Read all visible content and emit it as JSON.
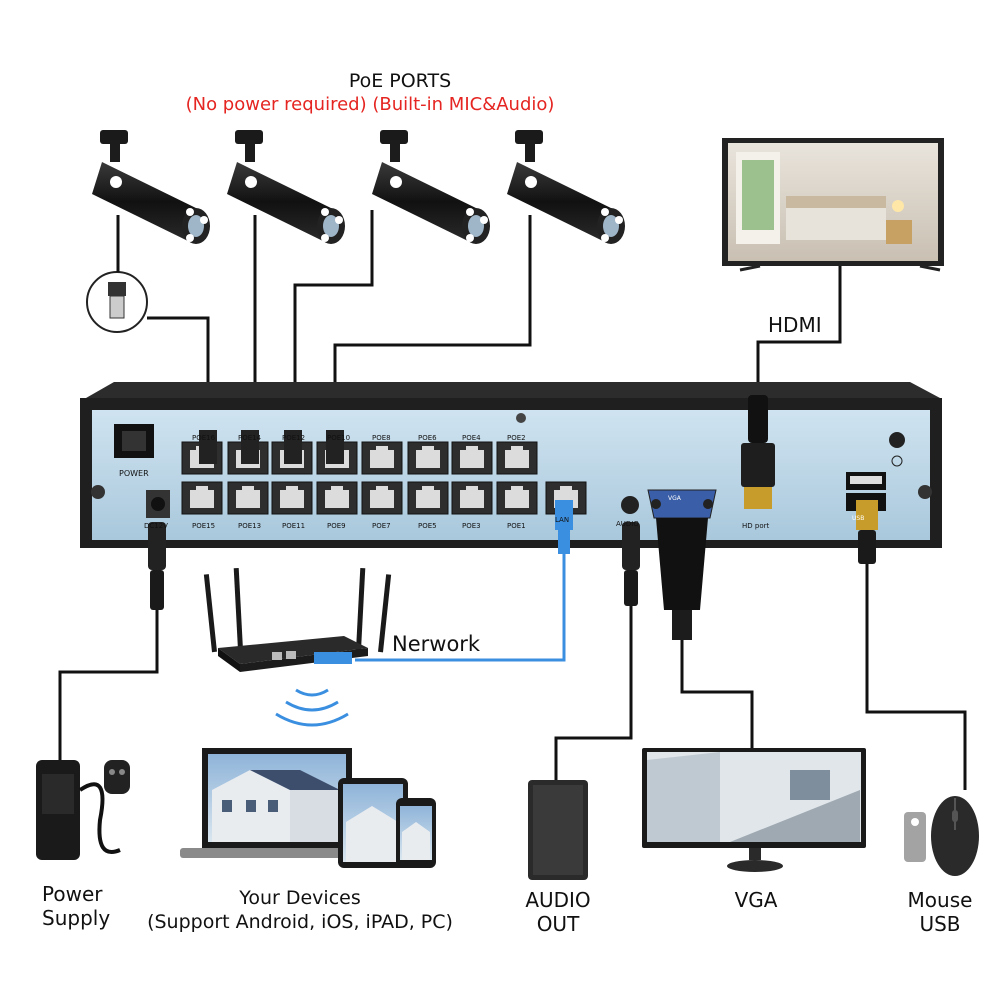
{
  "header": {
    "title": "PoE PORTS",
    "subtitle": "(No power required) (Built-in MIC&Audio)"
  },
  "nvr": {
    "power_label": "POWER",
    "dc_label": "DC12V",
    "poe_top": [
      "POE16",
      "POE14",
      "POE12",
      "POE10",
      "POE8",
      "POE6",
      "POE4",
      "POE2"
    ],
    "poe_bottom": [
      "POE15",
      "POE13",
      "POE11",
      "POE9",
      "POE7",
      "POE5",
      "POE3",
      "POE1"
    ],
    "lan_label": "LAN",
    "audio_label": "AUDIO",
    "vga_label": "VGA",
    "hd_label": "HD port",
    "usb_label": "USB"
  },
  "connections": {
    "hdmi": "HDMI",
    "network": "Nerwork"
  },
  "devices": {
    "power_supply": [
      "Power",
      "Supply"
    ],
    "your_devices": [
      "Your Devices",
      "(Support Android, iOS, iPAD, PC)"
    ],
    "audio_out": [
      "AUDIO",
      "OUT"
    ],
    "vga": "VGA",
    "mouse_usb": [
      "Mouse",
      "USB"
    ]
  },
  "colors": {
    "accent_red": "#e52521",
    "network_cable": "#3b8fe0",
    "nvr_panel": "#bfd9ea"
  }
}
